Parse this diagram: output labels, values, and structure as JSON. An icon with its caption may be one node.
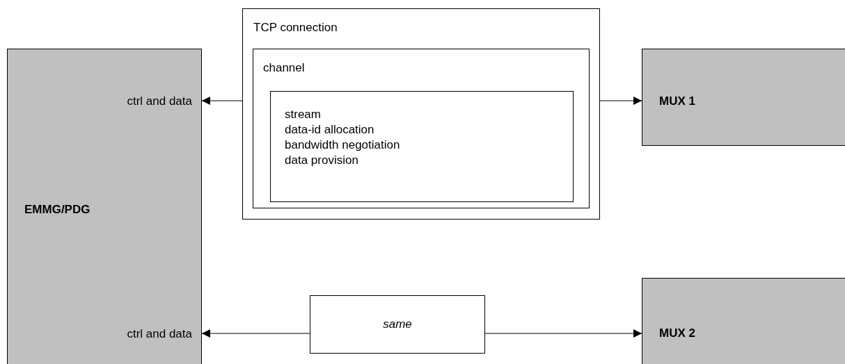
{
  "diagram": {
    "nodes": [
      {
        "text": [
          "ctrl and data",
          "EMMG/PDG",
          "ctrl and data"
        ]
      },
      {
        "text": [
          "TCP connection"
        ]
      },
      {
        "text": [
          "channel"
        ],
        "in": 1
      },
      {
        "text": [
          "stream",
          "data-id allocation",
          "bandwidth negotiation",
          "data provision"
        ],
        "in": 2
      },
      {
        "text": [
          "MUX 1"
        ]
      },
      {
        "text": [
          "same"
        ]
      },
      {
        "text": [
          "MUX 2"
        ]
      }
    ],
    "edges": [
      {
        "from": 1,
        "to": 0,
        "arrow": "to"
      },
      {
        "from": 1,
        "to": 4,
        "arrow": "to"
      },
      {
        "from": 5,
        "to": 0,
        "arrow": "to"
      },
      {
        "from": 5,
        "to": 6,
        "arrow": "to"
      }
    ]
  }
}
